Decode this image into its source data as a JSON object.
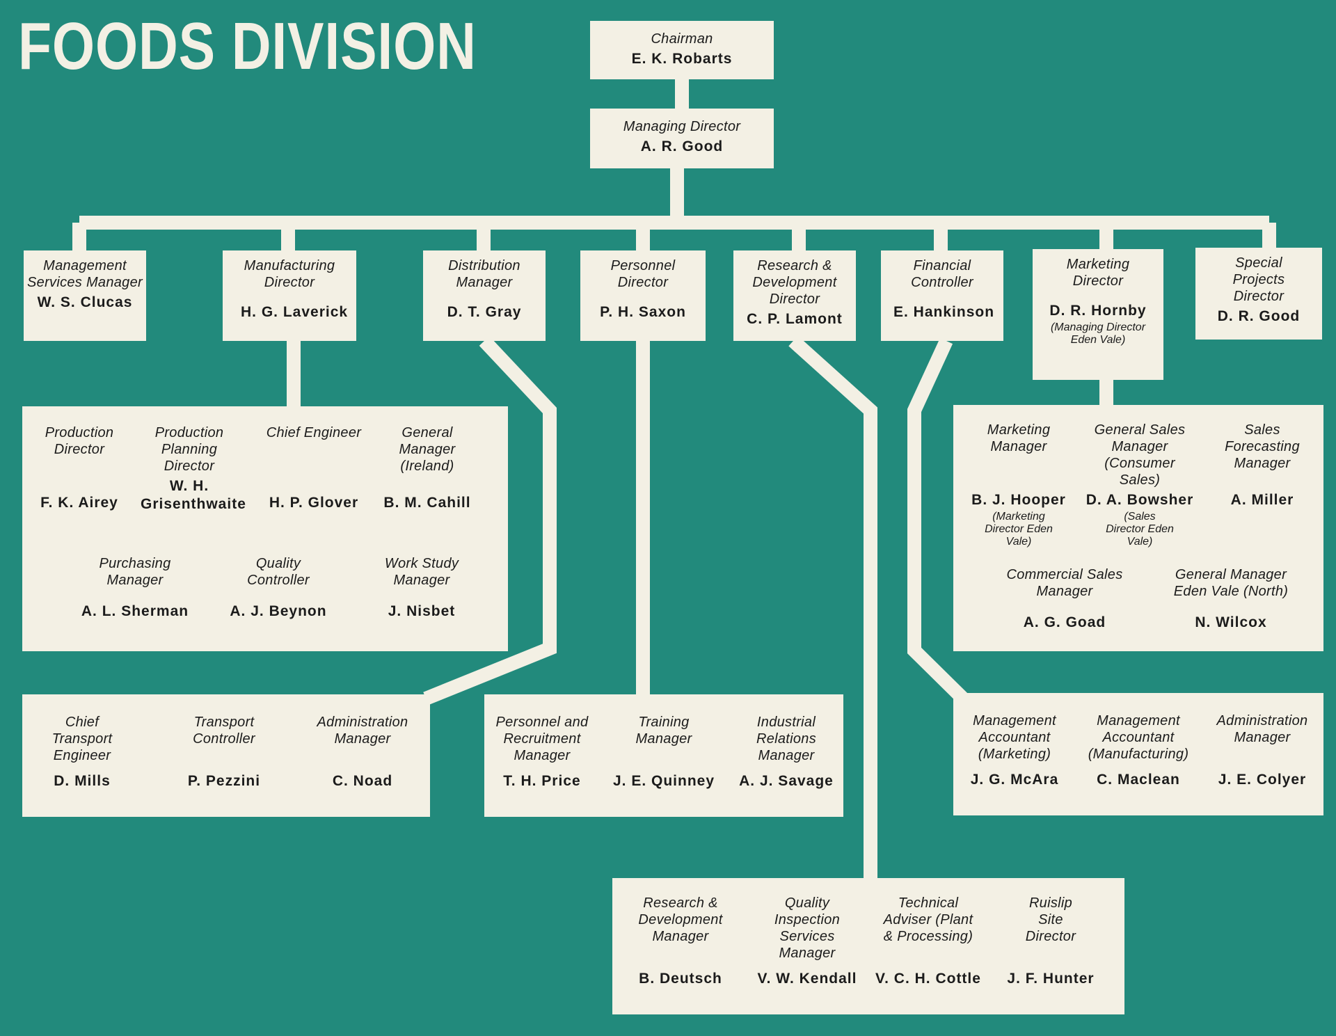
{
  "title": "FOODS DIVISION",
  "colors": {
    "background": "#228a7c",
    "box": "#f3f0e4",
    "text": "#1b1b1b",
    "title": "#f3f0e4"
  },
  "chairman": {
    "role": "Chairman",
    "name": "E. K. Robarts"
  },
  "managing_director": {
    "role": "Managing Director",
    "name": "A. R. Good"
  },
  "directors": [
    {
      "role": "Management Services Manager",
      "name": "W. S. Clucas"
    },
    {
      "role": "Manufacturing Director",
      "name": "H. G. Laverick"
    },
    {
      "role": "Distribution Manager",
      "name": "D. T. Gray"
    },
    {
      "role": "Personnel Director",
      "name": "P. H. Saxon"
    },
    {
      "role": "Research & Development Director",
      "name": "C. P. Lamont"
    },
    {
      "role": "Financial Controller",
      "name": "E. Hankinson"
    },
    {
      "role": "Marketing Director",
      "name": "D. R. Hornby",
      "note": "(Managing Director Eden Vale)"
    },
    {
      "role": "Special Projects Director",
      "name": "D. R. Good"
    }
  ],
  "manufacturing_team": [
    {
      "role": "Production Director",
      "name": "F. K. Airey"
    },
    {
      "role": "Production Planning Director",
      "name": "W. H. Grisenthwaite"
    },
    {
      "role": "Chief Engineer",
      "name": "H. P. Glover"
    },
    {
      "role": "General Manager (Ireland)",
      "name": "B. M. Cahill"
    },
    {
      "role": "Purchasing Manager",
      "name": "A. L. Sherman"
    },
    {
      "role": "Quality Controller",
      "name": "A. J. Beynon"
    },
    {
      "role": "Work Study Manager",
      "name": "J. Nisbet"
    }
  ],
  "marketing_team": [
    {
      "role": "Marketing Manager",
      "name": "B. J. Hooper",
      "note": "(Marketing Director Eden Vale)"
    },
    {
      "role": "General Sales Manager (Consumer Sales)",
      "name": "D. A. Bowsher",
      "note": "(Sales Director Eden Vale)"
    },
    {
      "role": "Sales Forecasting Manager",
      "name": "A. Miller"
    },
    {
      "role": "Commercial Sales Manager",
      "name": "A. G. Goad"
    },
    {
      "role": "General Manager Eden Vale (North)",
      "name": "N. Wilcox"
    }
  ],
  "distribution_team": [
    {
      "role": "Chief Transport Engineer",
      "name": "D. Mills"
    },
    {
      "role": "Transport Controller",
      "name": "P. Pezzini"
    },
    {
      "role": "Administration Manager",
      "name": "C. Noad"
    }
  ],
  "personnel_team": [
    {
      "role": "Personnel and Recruitment Manager",
      "name": "T. H. Price"
    },
    {
      "role": "Training Manager",
      "name": "J. E. Quinney"
    },
    {
      "role": "Industrial Relations Manager",
      "name": "A. J. Savage"
    }
  ],
  "finance_team": [
    {
      "role": "Management Accountant (Marketing)",
      "name": "J. G. McAra"
    },
    {
      "role": "Management Accountant (Manufacturing)",
      "name": "C. Maclean"
    },
    {
      "role": "Administration Manager",
      "name": "J. E. Colyer"
    }
  ],
  "research_team": [
    {
      "role": "Research & Development Manager",
      "name": "B. Deutsch"
    },
    {
      "role": "Quality Inspection Services Manager",
      "name": "V. W. Kendall"
    },
    {
      "role": "Technical Adviser (Plant & Processing)",
      "name": "V. C. H. Cottle"
    },
    {
      "role": "Ruislip Site Director",
      "name": "J. F. Hunter"
    }
  ]
}
